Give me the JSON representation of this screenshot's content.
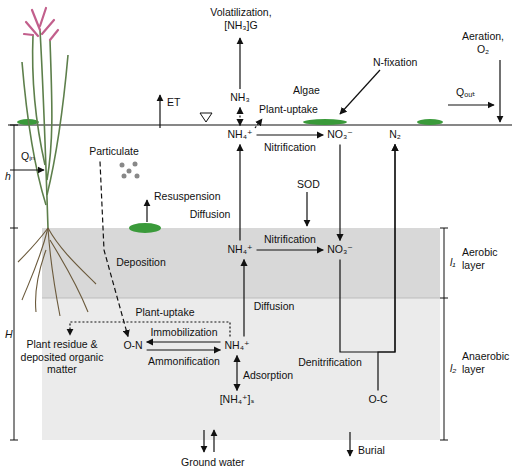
{
  "diagram": {
    "nodes": [
      {
        "text": [
          "NH₃"
        ]
      },
      {
        "text": [
          "NH₄⁺"
        ]
      },
      {
        "text": [
          "NO₃⁻"
        ]
      },
      {
        "text": [
          "N₂"
        ]
      },
      {
        "text": [
          "Particulate"
        ]
      },
      {
        "text": [
          "Aerobic layer"
        ]
      },
      {
        "text": [
          "NH₄⁺"
        ],
        "in": 5
      },
      {
        "text": [
          "NO₃⁻"
        ],
        "in": 5
      },
      {
        "text": [
          "Anaerobic layer"
        ]
      },
      {
        "text": [
          "Plant residue & deposited organic matter"
        ],
        "in": 8
      },
      {
        "text": [
          "O-N"
        ],
        "in": 8
      },
      {
        "text": [
          "NH₄⁺"
        ],
        "in": 8
      },
      {
        "text": [
          "[NH₄⁺]ₛ"
        ],
        "in": 8
      },
      {
        "text": [
          "O-C"
        ],
        "in": 8
      }
    ],
    "edges": [
      {
        "from": 1,
        "to": 0,
        "arrow": "both"
      },
      {
        "from": 1,
        "to": 2,
        "label": "Nitrification",
        "arrow": "to"
      },
      {
        "from": 6,
        "to": 1,
        "label": "Diffusion",
        "arrow": "to"
      },
      {
        "from": 2,
        "to": 7,
        "arrow": "to"
      },
      {
        "from": 6,
        "to": 7,
        "label": "Nitrification",
        "arrow": "to"
      },
      {
        "from": 7,
        "to": 3,
        "label": "Denitrification",
        "arrow": "to"
      },
      {
        "from": 13,
        "to": 3,
        "arrow": "to"
      },
      {
        "from": 11,
        "to": 6,
        "label": "Diffusion",
        "arrow": "to"
      },
      {
        "from": 11,
        "to": 9,
        "label": "Plant-uptake",
        "arrow": "to"
      },
      {
        "from": 11,
        "to": 10,
        "label": "Immobilization",
        "arrow": "to"
      },
      {
        "from": 10,
        "to": 11,
        "label": "Ammonification",
        "arrow": "to"
      },
      {
        "from": 11,
        "to": 12,
        "label": "Adsorption",
        "arrow": "both"
      },
      {
        "from": 4,
        "to": 10,
        "label": "Deposition",
        "arrow": "to"
      }
    ],
    "labels": [
      "ET",
      "Volatilization, [NH₃]G",
      "N-fixation",
      "Aeration, O₂",
      "Algae",
      "h",
      "Qᵢₙ",
      "Qₒᵤₜ",
      "Plant-uptake",
      "Resuspension",
      "SOD",
      "l₁",
      "H",
      "l₂",
      "Burial",
      "Ground water"
    ]
  }
}
